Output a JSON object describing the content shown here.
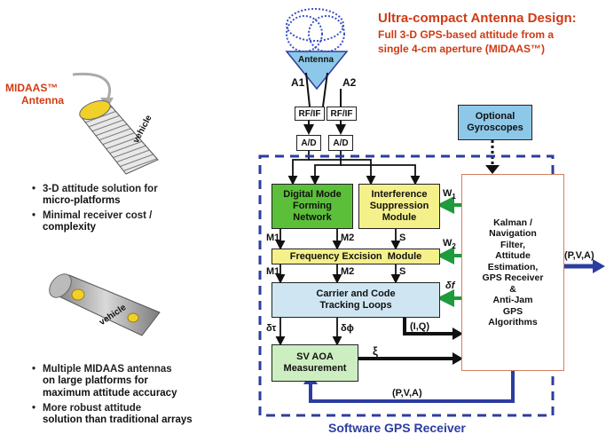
{
  "header": {
    "title": "Ultra-compact Antenna Design:",
    "subtitle_lines": [
      "Full 3-D GPS-based attitude from a",
      "single 4-cm aperture (MIDAAS™)"
    ]
  },
  "left": {
    "midaas_label_1": "MIDAAS™",
    "midaas_label_2": "Antenna",
    "vehicle_label": "vehicle",
    "bullets_top": [
      "3-D attitude solution for",
      "micro-platforms",
      "Minimal receiver cost /",
      "complexity"
    ],
    "bullets_bottom": [
      "Multiple MIDAAS antennas",
      "on large platforms for",
      "maximum attitude accuracy",
      "More robust attitude",
      "solution than traditional arrays"
    ]
  },
  "diagram": {
    "antenna": "Antenna",
    "a1": "A1",
    "a2": "A2",
    "rfif": "RF/IF",
    "ad": "A/D",
    "gyro": [
      "Optional",
      "Gyroscopes"
    ],
    "dmf": [
      "Digital Mode",
      "Forming",
      "Network"
    ],
    "ism": [
      "Interference",
      "Suppression",
      "Module"
    ],
    "fem": "Frequency Excision  Module",
    "ctl": [
      "Carrier and Code",
      "Tracking Loops"
    ],
    "sv": [
      "SV AOA",
      "Measurement"
    ],
    "kalman": [
      "Kalman /",
      "Navigation",
      "Filter,",
      "Attitude",
      "Estimation,",
      "GPS Receiver",
      "&",
      "Anti-Jam",
      "GPS",
      "Algorithms"
    ],
    "m1": "M1",
    "m2": "M2",
    "s": "S",
    "w1": "W",
    "w1_sub": "1",
    "w2": "W",
    "w2_sub": "2",
    "delta_f": "δf",
    "delta_tau": "δτ",
    "delta_phi": "δϕ",
    "iq": "(I,Q)",
    "xi": "ξ",
    "pva": "(P,V,A)",
    "software_label": "Software GPS Receiver"
  },
  "colors": {
    "accent_red": "#d03a14",
    "blue": "#2c3d9f",
    "green_dark": "#5cbf3a",
    "yellow": "#f4f08a",
    "light_blue": "#cfe6f2",
    "sky_blue": "#8ec8e8",
    "light_green": "#cdeec0",
    "arrow_green": "#1f9a3c"
  }
}
